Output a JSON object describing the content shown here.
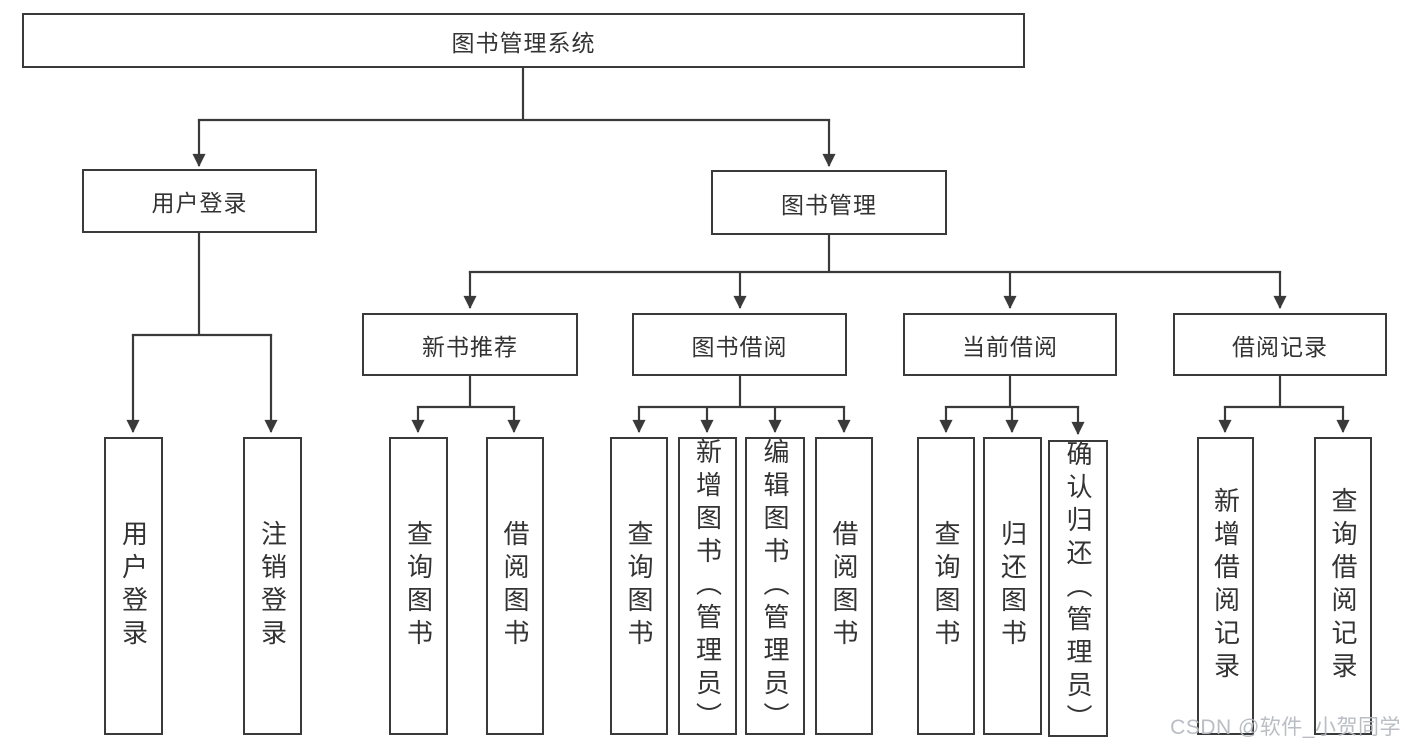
{
  "diagram": {
    "title": "图书管理系统",
    "tree": {
      "label": "图书管理系统",
      "children": [
        {
          "label": "用户登录",
          "children": [
            {
              "label": "用户登录"
            },
            {
              "label": "注销登录"
            }
          ]
        },
        {
          "label": "图书管理",
          "children": [
            {
              "label": "新书推荐",
              "children": [
                {
                  "label": "查询图书"
                },
                {
                  "label": "借阅图书"
                }
              ]
            },
            {
              "label": "图书借阅",
              "children": [
                {
                  "label": "查询图书"
                },
                {
                  "label": "新增图书（管理员）"
                },
                {
                  "label": "编辑图书（管理员）"
                },
                {
                  "label": "借阅图书"
                }
              ]
            },
            {
              "label": "当前借阅",
              "children": [
                {
                  "label": "查询图书"
                },
                {
                  "label": "归还图书"
                },
                {
                  "label": "确认归还（管理员）"
                }
              ]
            },
            {
              "label": "借阅记录",
              "children": [
                {
                  "label": "新增借阅记录"
                },
                {
                  "label": "查询借阅记录"
                }
              ]
            }
          ]
        }
      ]
    },
    "colors": {
      "line": "#3a3a3a",
      "text": "#333333",
      "background": "#ffffff",
      "watermark": "#b6bac1"
    }
  },
  "watermark": {
    "text": "CSDN @软件_小贺同学"
  }
}
